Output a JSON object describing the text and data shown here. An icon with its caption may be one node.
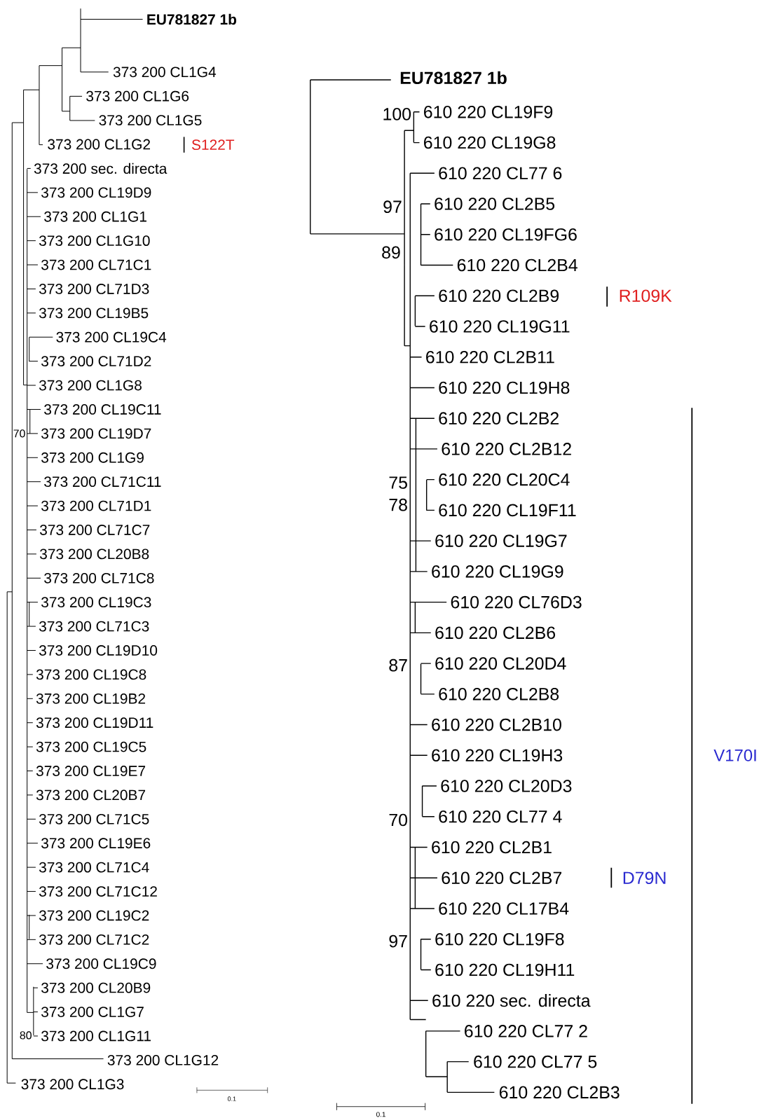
{
  "diagram": {
    "labels": [
      "EU781827 1b",
      "373 200 CL1G4",
      "373 200 CL1G6",
      "373 200 CL1G5",
      "373 200 CL1G2",
      "S122T",
      "373 200 sec. directa",
      "373 200 CL19D9",
      "373 200 CL1G1",
      "373 200 CL1G10",
      "373 200 CL71C1",
      "373 200 CL71D3",
      "373 200 CL19B5",
      "373 200 CL19C4",
      "373 200 CL71D2",
      "373 200 CL1G8",
      "373 200 CL19C11",
      "373 200 CL19D7",
      "373 200 CL1G9",
      "373 200 CL71C11",
      "373 200 CL71D1",
      "373 200 CL71C7",
      "373 200 CL20B8",
      "373 200 CL71C8",
      "373 200 CL19C3",
      "373 200 CL71C3",
      "373 200 CL19D10",
      "373 200 CL19C8",
      "373 200 CL19B2",
      "373 200 CL19D11",
      "373 200 CL19C5",
      "373 200 CL19E7",
      "373 200 CL20B7",
      "373 200 CL71C5",
      "373 200 CL19E6",
      "373 200 CL71C4",
      "373 200 CL71C12",
      "373 200 CL19C2",
      "373 200 CL71C2",
      "373 200 CL19C9",
      "373 200 CL20B9",
      "373 200 CL1G7",
      "373 200 CL1G11",
      "373 200 CL1G12",
      "373 200 CL1G3",
      "70",
      "80",
      "0.1",
      "EU781827 1b",
      "610 220 CL19F9",
      "610 220 CL19G8",
      "610 220 CL77 6",
      "610 220 CL2B5",
      "610 220 CL19FG6",
      "610 220 CL2B4",
      "610 220 CL2B9",
      "R109K",
      "610 220 CL19G11",
      "610 220 CL2B11",
      "610 220 CL19H8",
      "610 220 CL2B2",
      "610 220 CL2B12",
      "610 220 CL20C4",
      "610 220 CL19F11",
      "610 220 CL19G7",
      "610 220 CL19G9",
      "610 220 CL76D3",
      "610 220 CL2B6",
      "610 220 CL20D4",
      "610 220 CL2B8",
      "610 220 CL2B10",
      "610 220 CL19H3",
      "V170I",
      "610 220 CL20D3",
      "610 220 CL77 4",
      "610 220 CL2B1",
      "610 220 CL2B7",
      "D79N",
      "610 220 CL17B4",
      "610 220 CL19F8",
      "610 220 CL19H11",
      "610 220 sec. directa",
      "610 220 CL77 2",
      "610 220 CL77 5",
      "610 220 CL2B3",
      "100",
      "97",
      "89",
      "75",
      "78",
      "87",
      "70",
      "97",
      "0.1"
    ]
  }
}
